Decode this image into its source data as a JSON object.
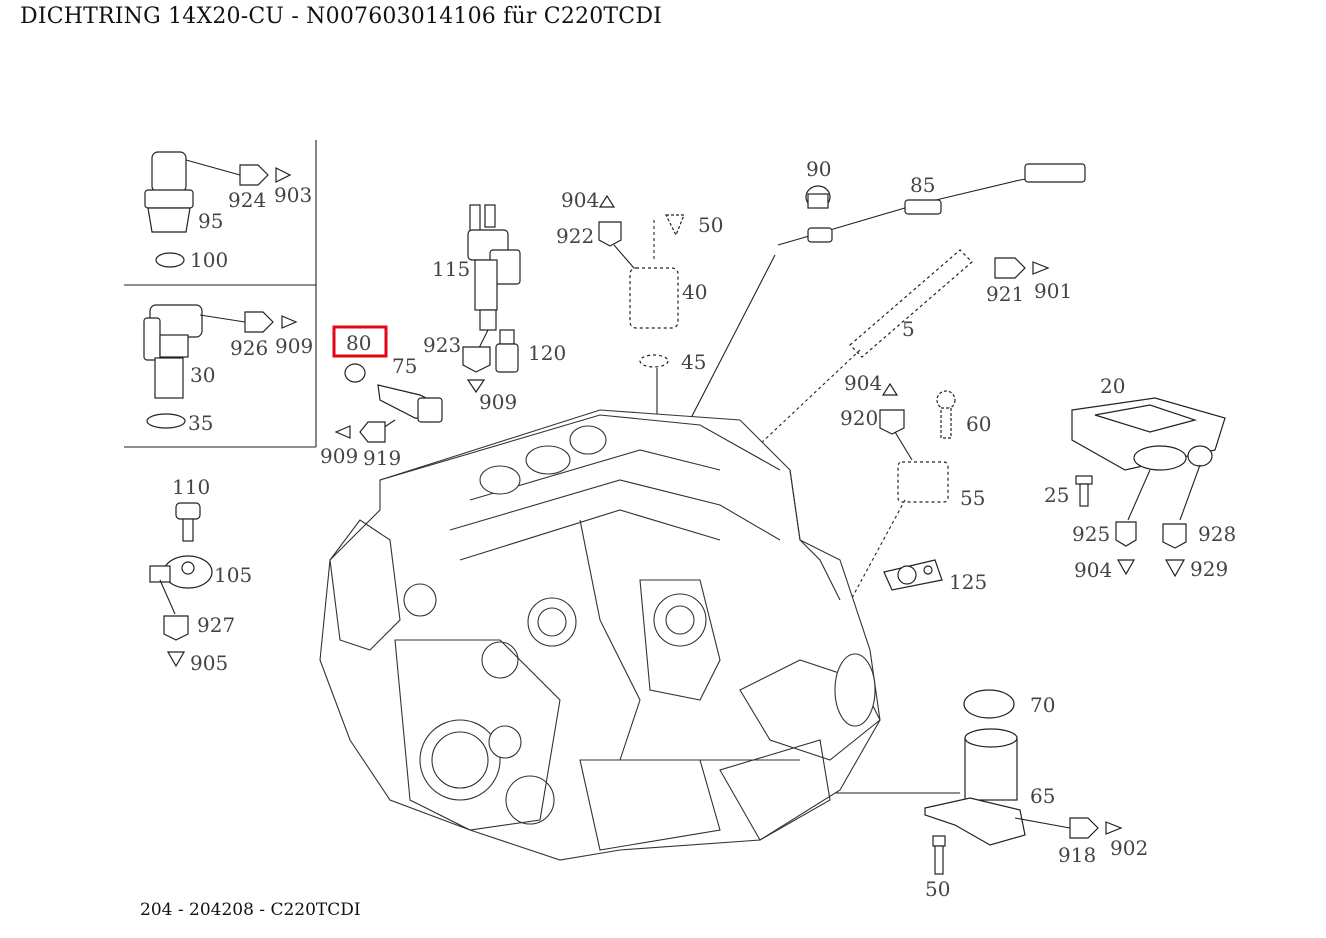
{
  "title": "DICHTRING 14X20-CU - N007603014106 für C220TCDI",
  "footer": "204 - 204208 - C220TCDI",
  "highlight_color": "#e30613",
  "highlighted_part": "80",
  "labels": {
    "p95": "95",
    "p924": "924",
    "p903": "903",
    "p100": "100",
    "p926": "926",
    "p909a": "909",
    "p30": "30",
    "p35": "35",
    "p80": "80",
    "p75": "75",
    "p909b": "909",
    "p919": "919",
    "p115": "115",
    "p923": "923",
    "p120": "120",
    "p909c": "909",
    "p904a": "904",
    "p922": "922",
    "p50a": "50",
    "p40": "40",
    "p45": "45",
    "p90": "90",
    "p85": "85",
    "p921": "921",
    "p901": "901",
    "p5": "5",
    "p904b": "904",
    "p920": "920",
    "p60": "60",
    "p55": "55",
    "p125": "125",
    "p20": "20",
    "p25": "25",
    "p925": "925",
    "p928": "928",
    "p904c": "904",
    "p929": "929",
    "p110": "110",
    "p105": "105",
    "p927": "927",
    "p905": "905",
    "p70": "70",
    "p65": "65",
    "p918": "918",
    "p902": "902",
    "p50b": "50"
  }
}
